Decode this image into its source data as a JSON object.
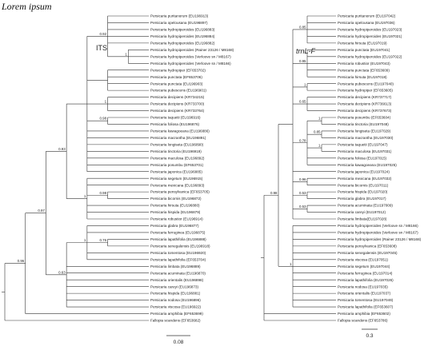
{
  "header_text": "Lorem ipsum",
  "trees": [
    {
      "key": "its",
      "title": "ITS",
      "title_italic": false,
      "scale_label": "0.08",
      "root": {
        "c": [
          {
            "l": 0.96,
            "c": [
              {
                "l": 0.97,
                "c": [
                  {
                    "l": 0.93,
                    "c": [
                      {
                        "c": [
                          {
                            "l": 0.92,
                            "c": [
                              {
                                "t": "Persicaria puritanorum (EU196913)"
                              },
                              {
                                "t": "Persicaria opelousana (EU196897)"
                              },
                              {
                                "t": "Persicaria hydropiperoides (EU196883)"
                              },
                              {
                                "t": "Persicaria hydropiperoides (EU196884)"
                              },
                              {
                                "t": "Persicaria hydropiperoides (EU196882)"
                              },
                              {
                                "l": 1,
                                "c": [
                                  {
                                    "t": "Persicaria hydropiperoides (Rainer 23126 / M8168)"
                                  },
                                  {
                                    "t": "Persicaria hydropiperoides (Verloove sn / M8167)"
                                  },
                                  {
                                    "t": "Persicaria hydropiperoides (Verloove sn / M8166)"
                                  }
                                ]
                              }
                            ]
                          },
                          {
                            "c": [
                              {
                                "t": "Persicaria hydropiper (EF653702)"
                              },
                              {
                                "t": "Persicaria punctata (EF653706)"
                              },
                              {
                                "t": "Persicaria punctata (EU196903)"
                              },
                              {
                                "t": "Persicaria pubescens (EU196901)"
                              }
                            ]
                          },
                          {
                            "l": 1,
                            "c": [
                              {
                                "t": "Persicaria decipiens (KR734215)"
                              },
                              {
                                "t": "Persicaria decipiens (KR733700)"
                              },
                              {
                                "t": "Persicaria decipiens (KR733764)"
                              }
                            ]
                          },
                          {
                            "l": 0.98,
                            "c": [
                              {
                                "t": "Persicaria taquetii (EU196916)"
                              },
                              {
                                "t": "Persicaria foliosa (EU196876)"
                              }
                            ]
                          },
                          {
                            "t": "Persicaria kawagoeana (EU196886)"
                          },
                          {
                            "t": "Persicaria macrantha (EU196891)"
                          },
                          {
                            "t": "Persicaria longiseta (EU196890)"
                          },
                          {
                            "t": "Persicaria tinctoria (EU196919)"
                          },
                          {
                            "t": "Persicaria maculosa (EU196892)"
                          },
                          {
                            "t": "Persicaria posumbu (EF653701)"
                          },
                          {
                            "t": "Persicaria japonica (EU196885)"
                          }
                        ]
                      },
                      {
                        "l": 1,
                        "c": [
                          {
                            "t": "Persicaria segetum (EU196915)"
                          },
                          {
                            "t": "Persicaria mexicana (EU196893)"
                          },
                          {
                            "l": 0.98,
                            "c": [
                              {
                                "t": "Persicaria pensylvanica (EF653705)"
                              },
                              {
                                "t": "Persicaria bicornis (EU196872)"
                              }
                            ]
                          },
                          {
                            "t": "Persicaria hirsuta (EU196880)"
                          },
                          {
                            "t": "Persicaria hispida (EU196879)"
                          },
                          {
                            "t": "Persicaria robustior (EU196914)"
                          }
                        ]
                      }
                    ]
                  },
                  {
                    "l": 0.63,
                    "c": [
                      {
                        "l": 1,
                        "c": [
                          {
                            "t": "Persicaria glabra (EU196877)"
                          },
                          {
                            "t": "Persicaria ferruginea (EU196875)"
                          },
                          {
                            "l": 0.76,
                            "c": [
                              {
                                "t": "Persicaria lapathifolia (EU196888)"
                              },
                              {
                                "t": "Persicaria senegalensis (EU196918)"
                              }
                            ]
                          },
                          {
                            "t": "Persicaria tomentosa (EU196920)"
                          },
                          {
                            "t": "Persicaria lapathifolia (EF653704)"
                          }
                        ]
                      },
                      {
                        "t": "Persicaria limbata (EU196889)"
                      },
                      {
                        "t": "Persicaria acuminata (EU196870)"
                      },
                      {
                        "t": "Persicaria orientalis (EU196898)"
                      },
                      {
                        "t": "Persicaria careyi (EU196873)"
                      },
                      {
                        "t": "Persicaria hispida (EU196881)"
                      },
                      {
                        "t": "Persicaria nodosa (EU196896)"
                      },
                      {
                        "t": "Persicaria viscosa (EU196922)"
                      }
                    ]
                  }
                ]
              },
              {
                "t": "Persicaria amphibia (EF653699)"
              }
            ]
          },
          {
            "t": "Fallopia scandens (EF653682)"
          }
        ]
      }
    },
    {
      "key": "trnl",
      "title": "trnL-F",
      "title_italic": true,
      "scale_label": "0.3",
      "root": {
        "c": [
          {
            "l": 0.98,
            "c": [
              {
                "c": [
                  {
                    "l": 0.85,
                    "c": [
                      {
                        "t": "Persicaria puritanorum (EU197042)"
                      },
                      {
                        "t": "Persicaria opelousana (EU197036)"
                      },
                      {
                        "t": "Persicaria hydropiperoides (EU197023)"
                      },
                      {
                        "t": "Persicaria hydropiperoides (EU197021)"
                      },
                      {
                        "t": "Persicaria hirsuta (EU197019)"
                      }
                    ]
                  },
                  {
                    "l": 0.95,
                    "c": [
                      {
                        "t": "Persicaria punctata (EU197041)"
                      },
                      {
                        "t": "Persicaria hydropiperoides (EU197022)"
                      },
                      {
                        "t": "Persicaria robustior (EU197043)"
                      },
                      {
                        "t": "Persicaria punctata (EF653609)"
                      },
                      {
                        "t": "Persicaria hirsuta (EU197018)"
                      }
                    ]
                  },
                  {
                    "l": 1,
                    "c": [
                      {
                        "t": "Persicaria pubescens (EU197040)"
                      },
                      {
                        "t": "Persicaria hydropiper (EF653605)"
                      }
                    ]
                  },
                  {
                    "l": 0.65,
                    "c": [
                      {
                        "t": "Persicaria decipiens (KR737717)"
                      },
                      {
                        "t": "Persicaria decipiens (KR736613)"
                      },
                      {
                        "t": "Persicaria decipiens (KR737673)"
                      }
                    ]
                  },
                  {
                    "l": 0.78,
                    "c": [
                      {
                        "l": 1,
                        "c": [
                          {
                            "t": "Persicaria posumbu (EF653604)"
                          },
                          {
                            "t": "Persicaria tinctoria (EU197048)"
                          }
                        ]
                      },
                      {
                        "l": 0.85,
                        "c": [
                          {
                            "t": "Persicaria longiseta (EU197029)"
                          },
                          {
                            "t": "Persicaria macrantha (EU197030)"
                          }
                        ]
                      },
                      {
                        "l": 1,
                        "c": [
                          {
                            "t": "Persicaria taquetii (EU197047)"
                          },
                          {
                            "t": "Persicaria maculosa (EU197031)"
                          }
                        ]
                      },
                      {
                        "t": "Persicaria foliosa (EU197015)"
                      },
                      {
                        "t": "Persicaria kawagoeana (EU197025)"
                      }
                    ]
                  },
                  {
                    "t": "Persicaria japonica (EU197024)"
                  },
                  {
                    "l": 0.96,
                    "c": [
                      {
                        "t": "Persicaria mexicana (EU197032)"
                      },
                      {
                        "t": "Persicaria bicornis (EU197011)"
                      }
                    ]
                  },
                  {
                    "l": 0.53,
                    "c": [
                      {
                        "t": "Persicaria hispida (EU197020)"
                      },
                      {
                        "t": "Persicaria glabra (EU197017)"
                      }
                    ]
                  },
                  {
                    "l": 0.53,
                    "c": [
                      {
                        "t": "Persicaria acuminata (EU197009)"
                      },
                      {
                        "t": "Persicaria careyi (EU197012)"
                      }
                    ]
                  },
                  {
                    "t": "Persicaria limbata(EU197028)"
                  }
                ]
              },
              {
                "l": 1,
                "c": [
                  {
                    "t": "Persicaria hydropiperoides (Verloove sn / M8166)"
                  },
                  {
                    "t": "Persicaria hydropiperoides (Verloove sn / M8167)"
                  },
                  {
                    "t": "Persicaria hydropiperoides (Rainer 23126 / M8168)"
                  },
                  {
                    "t": "Persicaria pensylvanica (EF653608)"
                  },
                  {
                    "t": "Persicaria senegalensis (EU197045)"
                  },
                  {
                    "t": "Persicaria viscosa (EU197051)"
                  },
                  {
                    "t": "Persicaria segetum (EU197044)"
                  },
                  {
                    "t": "Persicaria ferruginea (EU197014)"
                  },
                  {
                    "t": "Persicaria lapathifolia (EU197026)"
                  },
                  {
                    "t": "Persicaria nodosa (EU197035)"
                  },
                  {
                    "t": "Persicaria orientalis (EU197037)"
                  },
                  {
                    "t": "Persicaria tomentosa (EU197049)"
                  },
                  {
                    "t": "Persicaria lapathifolia (EF653607)"
                  }
                ]
              }
            ]
          },
          {
            "t": "Persicaria amphibia (EF653602)"
          },
          {
            "t": "Fallopia scandens (EF653786)"
          }
        ]
      }
    }
  ]
}
